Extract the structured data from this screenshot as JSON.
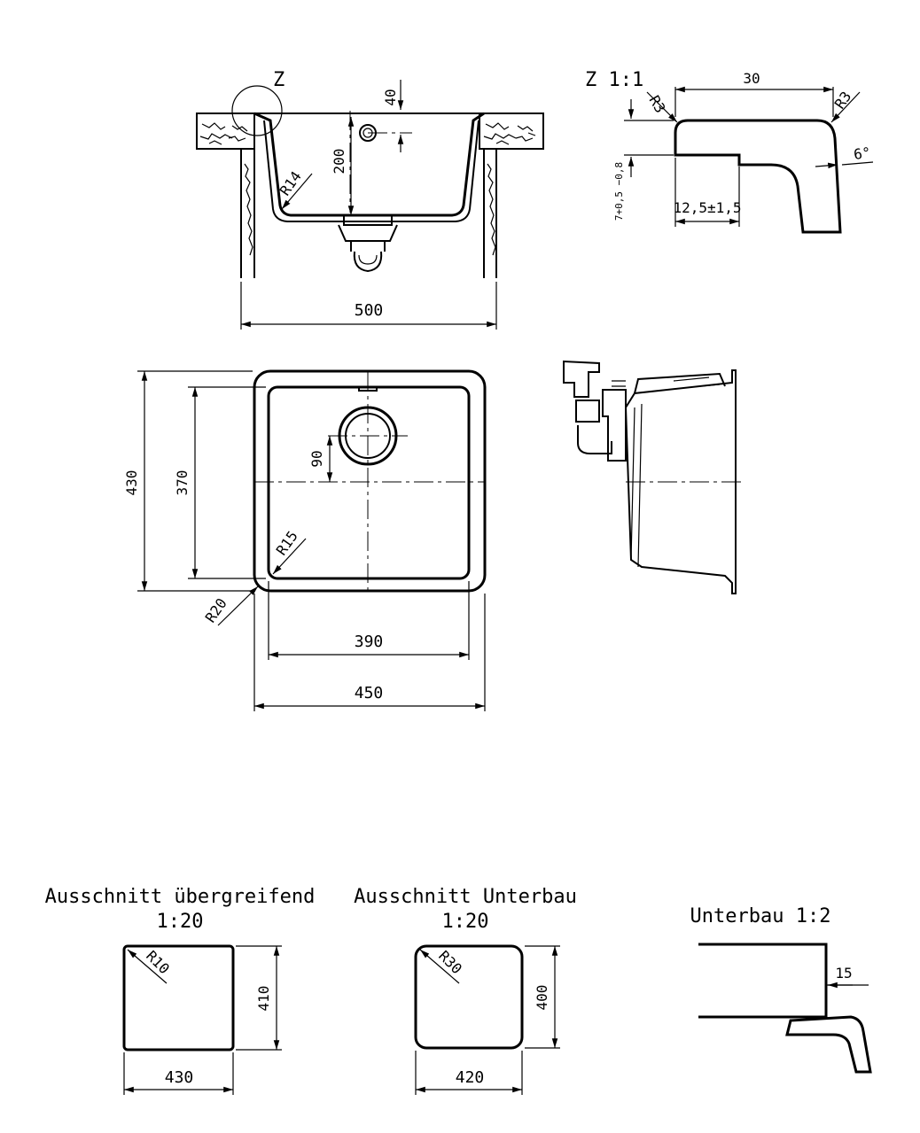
{
  "section_view": {
    "detail_marker": "Z",
    "dim_overall_width": "500",
    "dim_depth": "200",
    "dim_overflow": "40",
    "dim_radius": "R14"
  },
  "detail_z": {
    "title": "Z 1:1",
    "dim_top_width": "30",
    "dim_radius_left": "R3",
    "dim_radius_right": "R3",
    "dim_angle": "6°",
    "dim_height": "7+0,5 −0,8",
    "dim_width": "12,5±1,5"
  },
  "plan_view": {
    "dim_outer_height": "430",
    "dim_inner_height": "370",
    "dim_drain_offset": "90",
    "dim_inner_radius": "R15",
    "dim_outer_radius": "R20",
    "dim_inner_width": "390",
    "dim_outer_width": "450"
  },
  "cutout_overmount": {
    "title": "Ausschnitt übergreifend",
    "scale": "1:20",
    "dim_radius": "R10",
    "dim_height": "410",
    "dim_width": "430"
  },
  "cutout_undermount": {
    "title": "Ausschnitt Unterbau",
    "scale": "1:20",
    "dim_radius": "R30",
    "dim_height": "400",
    "dim_width": "420"
  },
  "undermount_detail": {
    "title": "Unterbau 1:2",
    "dim_offset": "15"
  }
}
